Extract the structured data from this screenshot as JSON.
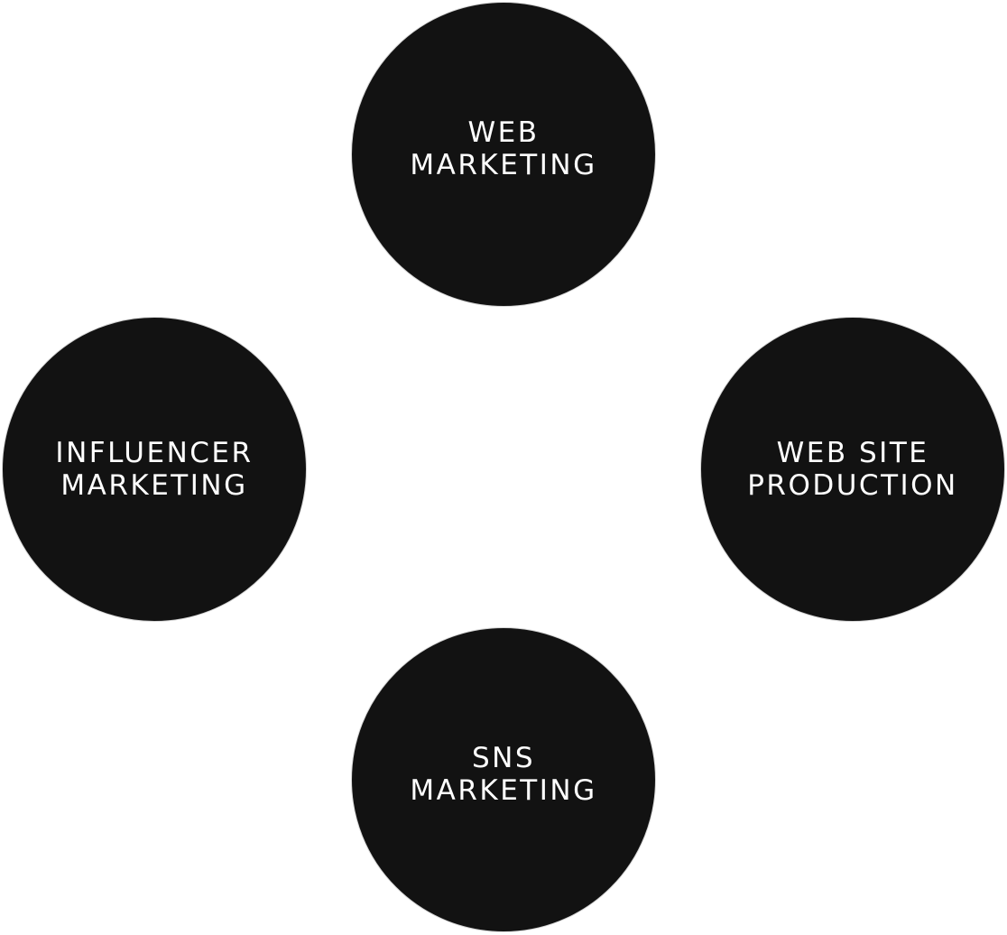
{
  "diagram": {
    "nodes": [
      {
        "id": "web-marketing",
        "lines": [
          "WEB",
          "MARKETING"
        ]
      },
      {
        "id": "influencer-marketing",
        "lines": [
          "INFLUENCER",
          "MARKETING"
        ]
      },
      {
        "id": "web-site-production",
        "lines": [
          "WEB SITE",
          "PRODUCTION"
        ]
      },
      {
        "id": "sns-marketing",
        "lines": [
          "SNS",
          "MARKETING"
        ]
      }
    ],
    "colors": {
      "background": "#ffffff",
      "circle_fill": "#121212",
      "circle_border": "#d6d6d6",
      "text": "#ffffff"
    }
  }
}
